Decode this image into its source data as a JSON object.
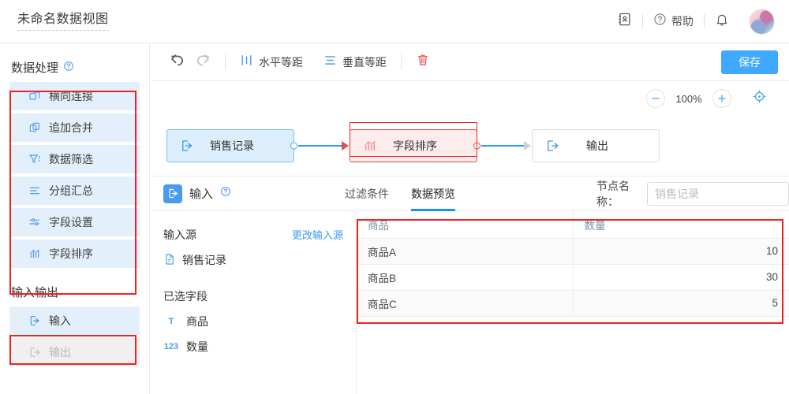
{
  "topbar": {
    "title": "未命名数据视图",
    "contacts_icon": "address-book-icon",
    "help_label": "帮助",
    "help_icon": "question-circle-icon",
    "bell_icon": "bell-icon",
    "avatar": "user-avatar"
  },
  "sidebar": {
    "sections": [
      {
        "title": "数据处理",
        "has_help": true,
        "items": [
          {
            "label": "横向连接",
            "icon": "join-icon",
            "disabled": false
          },
          {
            "label": "追加合并",
            "icon": "append-icon",
            "disabled": false
          },
          {
            "label": "数据筛选",
            "icon": "filter-icon",
            "disabled": false
          },
          {
            "label": "分组汇总",
            "icon": "group-summary-icon",
            "disabled": false
          },
          {
            "label": "字段设置",
            "icon": "field-settings-icon",
            "disabled": false
          },
          {
            "label": "字段排序",
            "icon": "sort-fields-icon",
            "disabled": false
          }
        ]
      },
      {
        "title": "输入输出",
        "has_help": false,
        "items": [
          {
            "label": "输入",
            "icon": "input-icon",
            "disabled": false
          },
          {
            "label": "输出",
            "icon": "output-icon",
            "disabled": true
          }
        ]
      }
    ]
  },
  "toolbar": {
    "undo_icon": "undo-icon",
    "redo_icon": "redo-icon",
    "horizontal_label": "水平等距",
    "horizontal_icon": "distribute-horizontal-icon",
    "vertical_label": "垂直等距",
    "vertical_icon": "distribute-vertical-icon",
    "delete_icon": "trash-icon",
    "save_label": "保存",
    "save_color": "#40a9ff"
  },
  "zoombar": {
    "minus_icon": "minus-icon",
    "level": "100%",
    "plus_icon": "plus-icon",
    "fit_icon": "fit-to-screen-icon"
  },
  "flow": {
    "nodes": [
      {
        "label": "销售记录",
        "icon": "input-icon",
        "state": "blue"
      },
      {
        "label": "字段排序",
        "icon": "sort-fields-icon",
        "state": "red"
      },
      {
        "label": "输出",
        "icon": "output-icon",
        "state": "plain"
      }
    ]
  },
  "panel": {
    "icon": "input-icon",
    "title": "输入",
    "help_icon": "question-circle-icon",
    "tabs": [
      {
        "label": "过滤条件",
        "active": false
      },
      {
        "label": "数据预览",
        "active": true
      }
    ],
    "node_name_label": "节点名称：",
    "node_name_value": "",
    "node_name_placeholder": "销售记录",
    "config": {
      "source_label": "输入源",
      "change_source_label": "更改输入源",
      "source_value": "销售记录",
      "source_icon": "file-icon",
      "fields_label": "已选字段",
      "fields": [
        {
          "name": "商品",
          "type_icon": "T"
        },
        {
          "name": "数量",
          "type_icon": "123"
        }
      ]
    },
    "table": {
      "columns": [
        "商品",
        "数量"
      ],
      "rows": [
        {
          "商品": "商品A",
          "数量": "10"
        },
        {
          "商品": "商品B",
          "数量": "30"
        },
        {
          "商品": "商品C",
          "数量": "5"
        }
      ]
    }
  },
  "annotations": {
    "color": "#ee2222",
    "boxes": [
      "data-processing-list",
      "input-output-input",
      "data-preview-table",
      "selected-node"
    ]
  }
}
